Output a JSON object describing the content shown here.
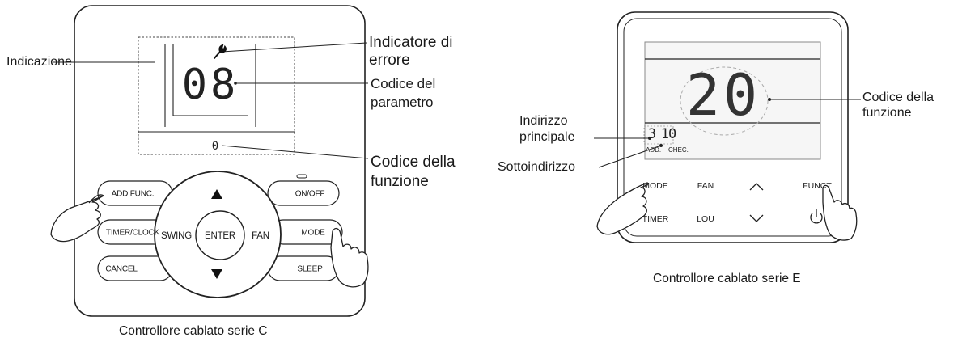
{
  "controller_c": {
    "caption": "Controllore cablato serie C",
    "display": {
      "param_code": "08",
      "function_code": "0"
    },
    "labels": {
      "indicazione": "Indicazione",
      "error_indicator_l1": "Indicatore di",
      "error_indicator_l2": "errore",
      "param_code_l1": "Codice del",
      "param_code_l2": "parametro",
      "function_code_l1": "Codice della",
      "function_code_l2": "funzione"
    },
    "buttons": {
      "add_func": "ADD.FUNC.",
      "timer_clock": "TIMER/CLOCK",
      "cancel": "CANCEL",
      "on_off": "ON/OFF",
      "mode": "MODE",
      "sleep": "SLEEP",
      "swing": "SWING",
      "enter": "ENTER",
      "fan": "FAN"
    }
  },
  "controller_e": {
    "caption": "Controllore cablato serie E",
    "display": {
      "main_value": "20",
      "main_address": "3",
      "sub_address": "10",
      "add_label": "ADD.",
      "chec_label": "CHEC."
    },
    "labels": {
      "main_address_l1": "Indirizzo",
      "main_address_l2": "principale",
      "sub_address": "Sottoindirizzo",
      "function_code_l1": "Codice della",
      "function_code_l2": "funzione"
    },
    "buttons": {
      "mode": "MODE",
      "fan": "FAN",
      "funct": "FUNCT",
      "timer": "TIMER",
      "lou": "LOU"
    }
  },
  "icons": [
    "wrench-icon",
    "up-arrow-icon",
    "down-arrow-icon",
    "chevron-up-icon",
    "chevron-down-icon",
    "power-icon",
    "hand-pointer-icon"
  ]
}
